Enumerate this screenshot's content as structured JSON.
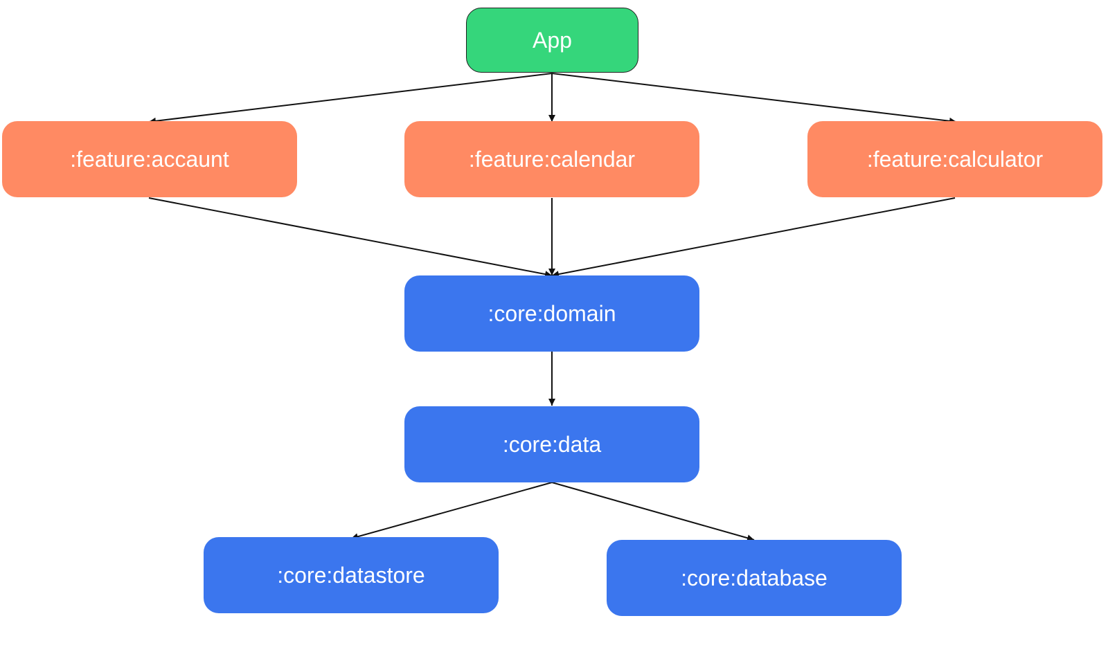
{
  "colors": {
    "app": "#35d67b",
    "feature": "#ff8a63",
    "core": "#3b76ee",
    "edge": "#111111",
    "text": "#ffffff"
  },
  "nodes": {
    "app": "App",
    "feature_account": ":feature:accaunt",
    "feature_calendar": ":feature:calendar",
    "feature_calculator": ":feature:calculator",
    "core_domain": ":core:domain",
    "core_data": ":core:data",
    "core_datastore": ":core:datastore",
    "core_database": ":core:database"
  },
  "edges": [
    {
      "from": "App",
      "to": ":feature:accaunt"
    },
    {
      "from": "App",
      "to": ":feature:calendar"
    },
    {
      "from": "App",
      "to": ":feature:calculator"
    },
    {
      "from": ":feature:accaunt",
      "to": ":core:domain"
    },
    {
      "from": ":feature:calendar",
      "to": ":core:domain"
    },
    {
      "from": ":feature:calculator",
      "to": ":core:domain"
    },
    {
      "from": ":core:domain",
      "to": ":core:data"
    },
    {
      "from": ":core:data",
      "to": ":core:datastore"
    },
    {
      "from": ":core:data",
      "to": ":core:database"
    }
  ]
}
